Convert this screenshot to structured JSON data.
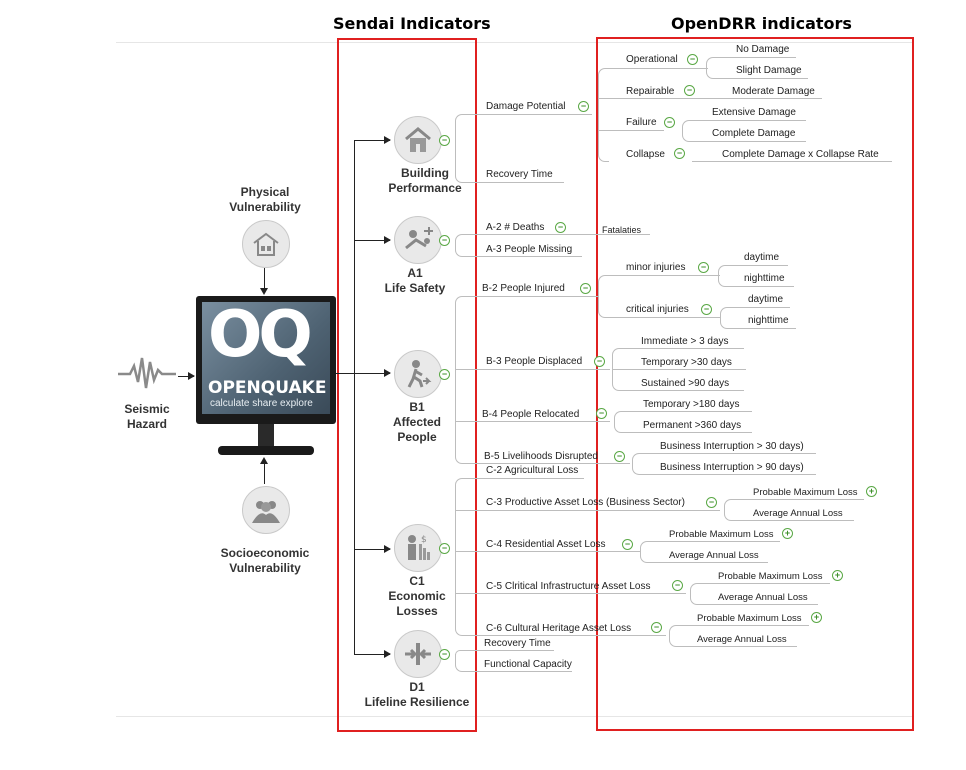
{
  "headers": {
    "sendai": "Sendai Indicators",
    "opendrr": "OpenDRR indicators"
  },
  "left": {
    "physical": "Physical\nVulnerability",
    "seismic": "Seismic\nHazard",
    "socio": "Socioeconomic\nVulnerability",
    "oq_big": "OQ",
    "oq_name": "OPENQUAKE",
    "oq_tag": "calculate  share  explore"
  },
  "sendai": {
    "building": "Building\nPerformance",
    "a1": "A1\nLife Safety",
    "b1": "B1\nAffected\nPeople",
    "c1": "C1\nEconomic\nLosses",
    "d1": "D1\nLifeline Resilience"
  },
  "tree": {
    "damage_potential": "Damage Potential",
    "recovery_time": "Recovery Time",
    "operational": "Operational",
    "no_damage": "No Damage",
    "slight_damage": "Slight Damage",
    "repairable": "Repairable",
    "moderate_damage": "Moderate Damage",
    "failure": "Failure",
    "extensive_damage": "Extensive Damage",
    "complete_damage": "Complete Damage",
    "collapse": "Collapse",
    "complete_collapse": "Complete Damage x Collapse Rate",
    "a2": "A-2 # Deaths",
    "fatalaties": "Fatalaties",
    "a3": "A-3 People Missing",
    "b2": "B-2 People Injured",
    "minor": "minor injuries",
    "critical": "critical injuries",
    "daytime": "daytime",
    "nighttime": "nighttime",
    "b3": "B-3 People Displaced",
    "immediate": "Immediate  > 3 days",
    "temporary30": "Temporary >30 days",
    "sustained": "Sustained  >90 days",
    "b4": "B-4 People Relocated",
    "temporary180": "Temporary  >180 days",
    "permanent": "Permanent  >360 days",
    "b5": "B-5 Livelihoods Disrupted",
    "bi30": "Business Interruption > 30 days)",
    "bi90": "Business Interruption > 90 days)",
    "c2": "C-2 Agricultural Loss",
    "c3": "C-3 Productive Asset Loss  (Business Sector)",
    "c4": "C-4  Residential Asset Loss",
    "c5": "C-5 Clritical Infrastructure Asset Loss",
    "c6": "C-6 Cultural Heritage Asset Loss",
    "pml": "Probable Maximum Loss",
    "aal": "Average Annual Loss",
    "d_recovery": "Recovery Time",
    "d_functional": "Functional Capacity"
  },
  "colors": {
    "highlight": "#e02020",
    "toggle": "#3d8f2a",
    "connector": "#bdbdbd"
  }
}
